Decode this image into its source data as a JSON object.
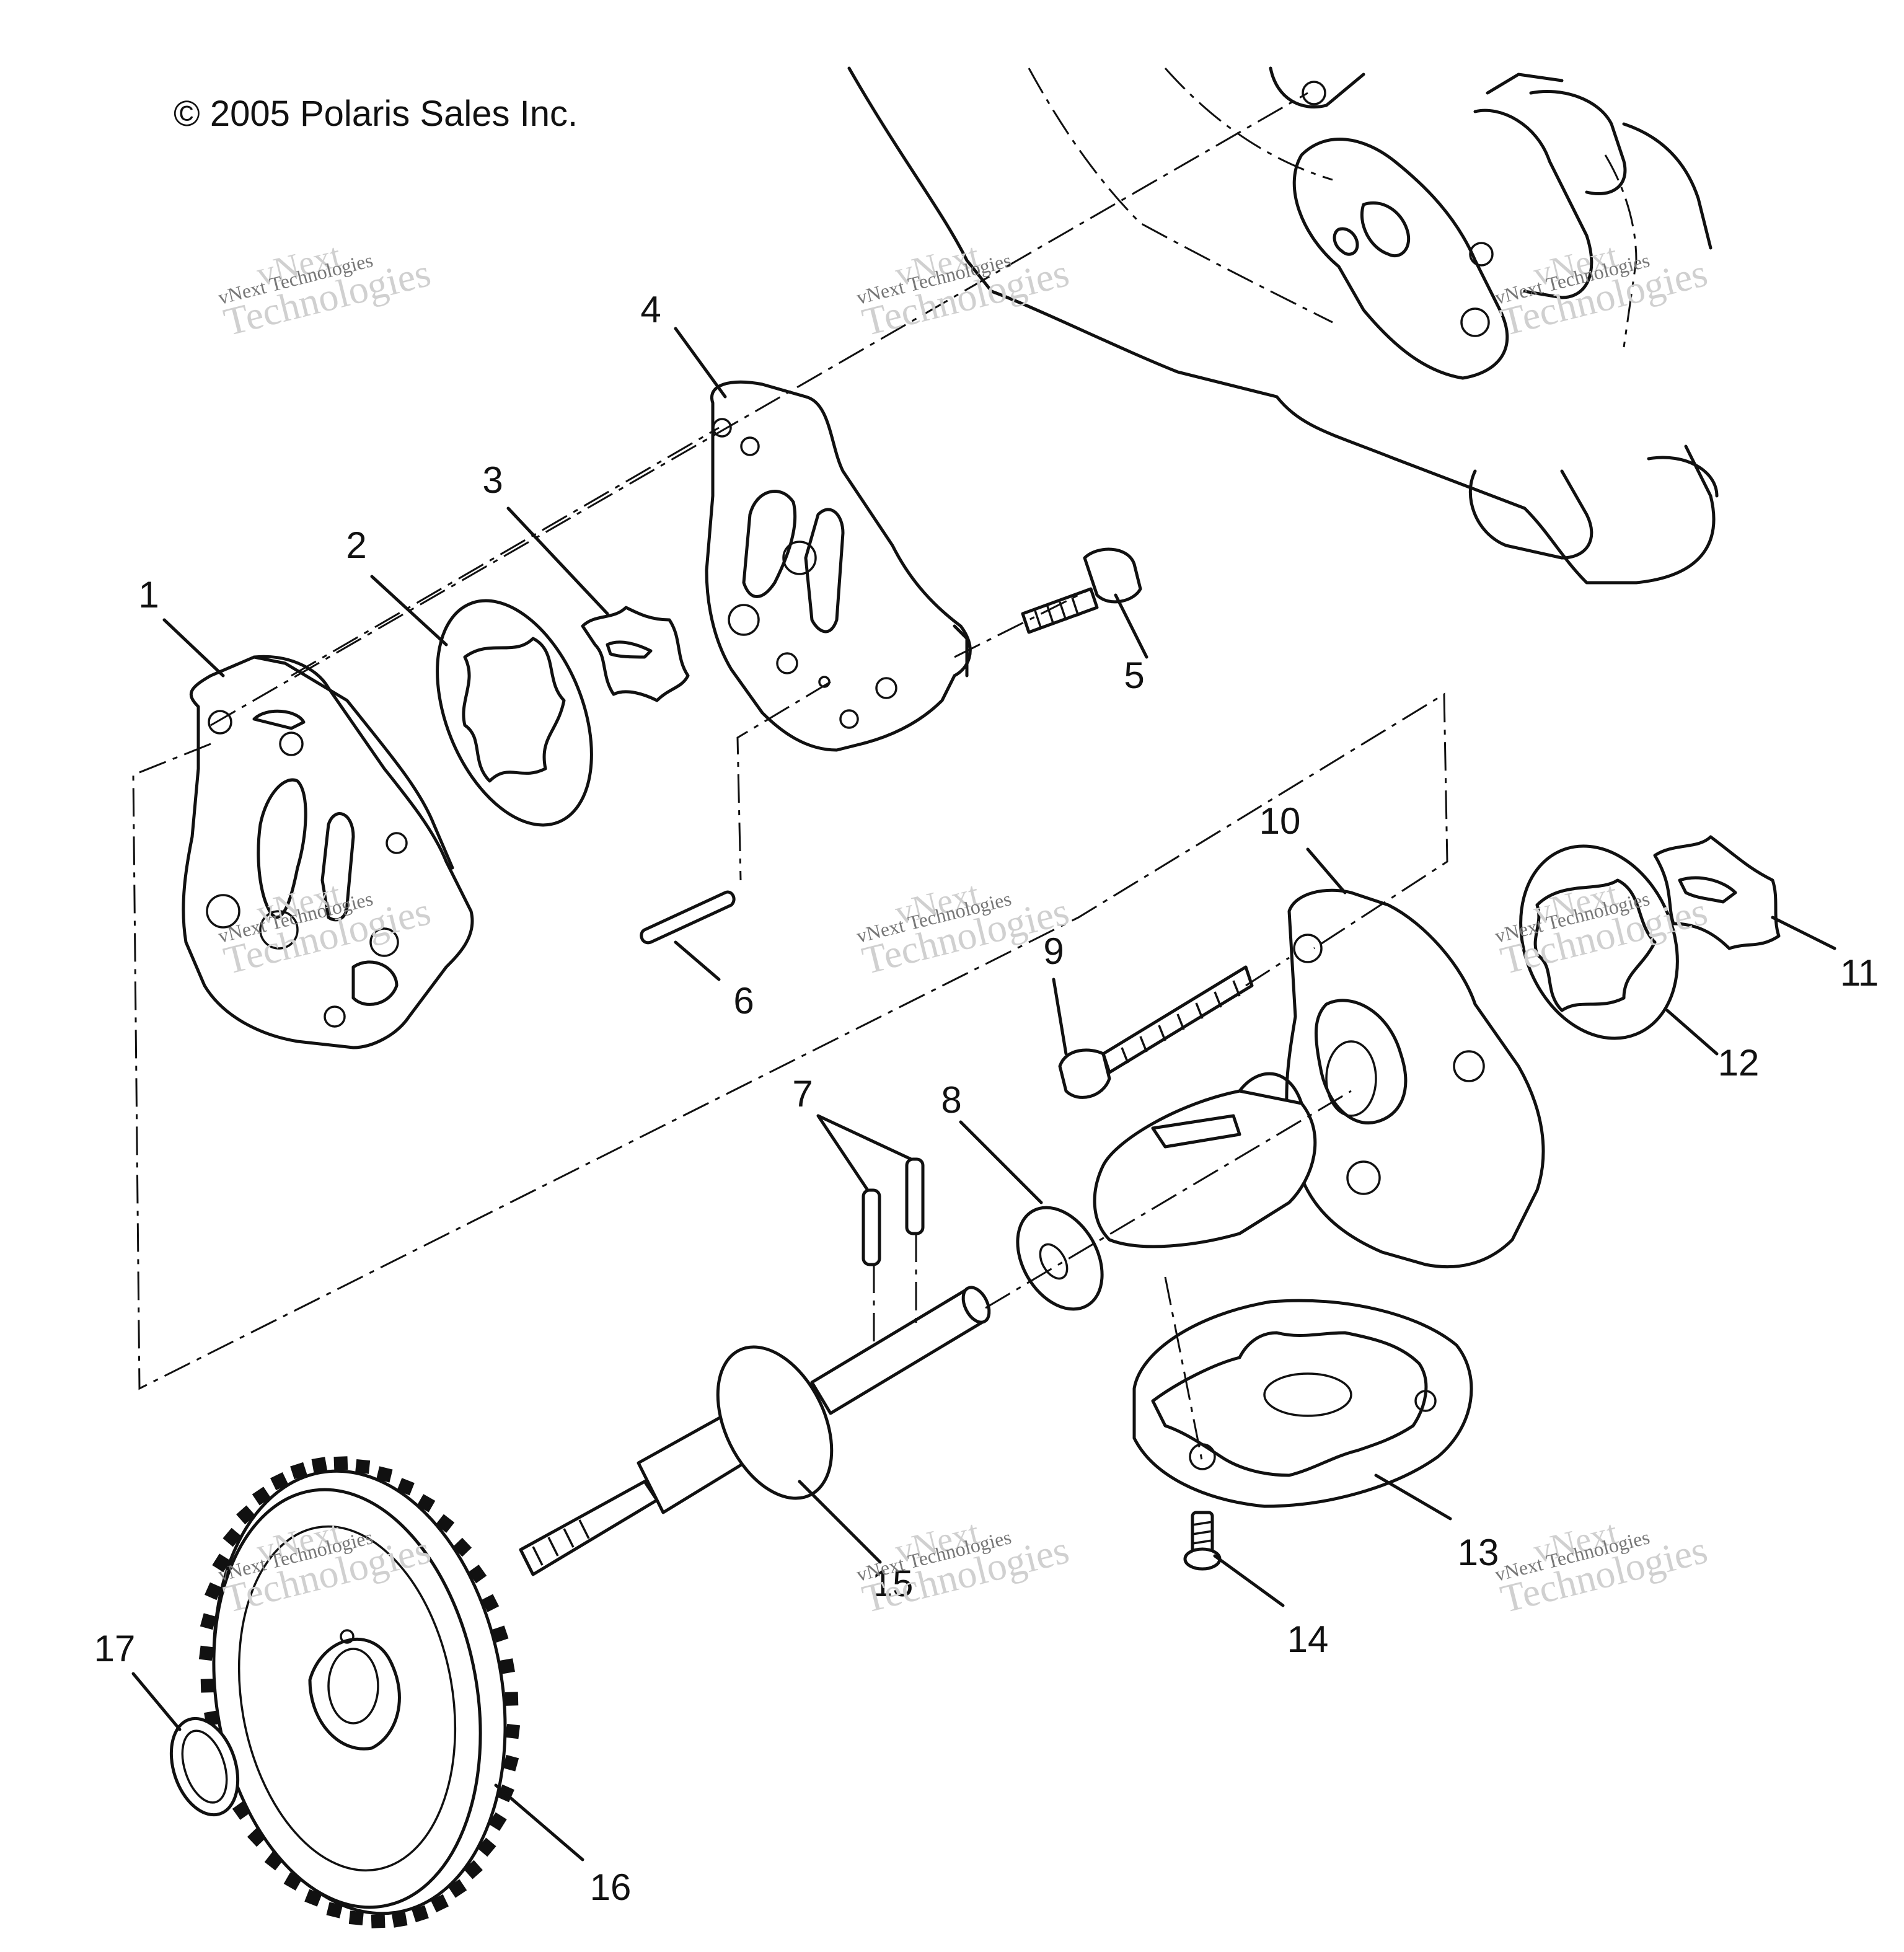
{
  "copyright": "© 2005 Polaris Sales Inc.",
  "callouts": [
    "1",
    "2",
    "3",
    "4",
    "5",
    "6",
    "7",
    "8",
    "9",
    "10",
    "11",
    "12",
    "13",
    "14",
    "15",
    "16",
    "17"
  ],
  "watermark": {
    "line_a": "vNext",
    "line_b": "vNext Technologies",
    "line_c": "Technologies"
  }
}
